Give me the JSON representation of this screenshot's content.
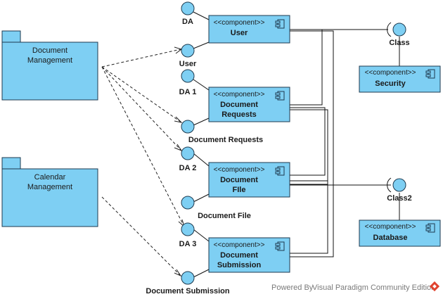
{
  "packages": {
    "document_management": {
      "line1": "Document",
      "line2": "Management"
    },
    "calendar_management": {
      "line1": "Calendar",
      "line2": "Management"
    }
  },
  "components": {
    "stereotype": "<<component>>",
    "user": {
      "line1": "User"
    },
    "document_requests": {
      "line1": "Document",
      "line2": "Requests"
    },
    "document_file": {
      "line1": "Document",
      "line2": "FIle"
    },
    "document_submission": {
      "line1": "Document",
      "line2": "Submission"
    },
    "security": {
      "line1": "Security"
    },
    "database": {
      "line1": "Database"
    }
  },
  "interfaces": {
    "da": "DA",
    "user": "User",
    "da1": "DA 1",
    "document_requests": "Document Requests",
    "da2": "DA 2",
    "document_file": "Document File",
    "da3": "DA 3",
    "document_submission": "Document Submission",
    "class": "Class",
    "class2": "Class2"
  },
  "watermark": {
    "prefix": "Powered By",
    "text": "Visual Paradigm Community Edition"
  },
  "colors": {
    "node": "#7ecff3",
    "border": "#1d3a4f",
    "logo": "#e0432f"
  }
}
